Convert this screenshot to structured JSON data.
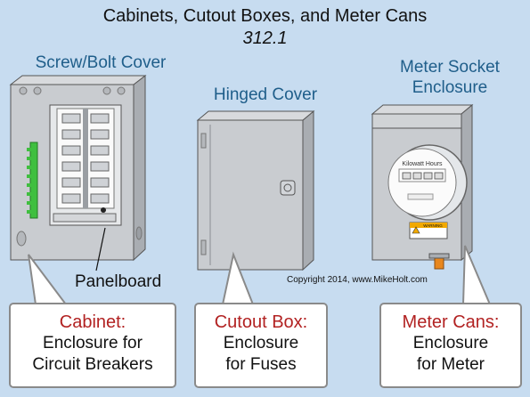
{
  "title": "Cabinets, Cutout Boxes, and Meter Cans",
  "subtitle": "312.1",
  "headings": {
    "screw_bolt": "Screw/Bolt Cover",
    "hinged": "Hinged Cover",
    "meter_socket_line1": "Meter Socket",
    "meter_socket_line2": "Enclosure"
  },
  "panelboard_label": "Panelboard",
  "copyright": "Copyright 2014, www.MikeHolt.com",
  "meter_face_text": "Kilowatt Hours",
  "warning_text": "WARNING",
  "callouts": [
    {
      "heading": "Cabinet:",
      "line1": "Enclosure for",
      "line2": "Circuit Breakers"
    },
    {
      "heading": "Cutout Box:",
      "line1": "Enclosure",
      "line2": "for Fuses"
    },
    {
      "heading": "Meter Cans:",
      "line1": "Enclosure",
      "line2": "for Meter"
    }
  ],
  "colors": {
    "background": "#c7dcf0",
    "heading_blue": "#1f5e8a",
    "callout_red": "#b22222",
    "enclosure_gray": "#c9ccd0",
    "terminal_green": "#3fbf3f",
    "meter_handle_orange": "#e8871e"
  }
}
